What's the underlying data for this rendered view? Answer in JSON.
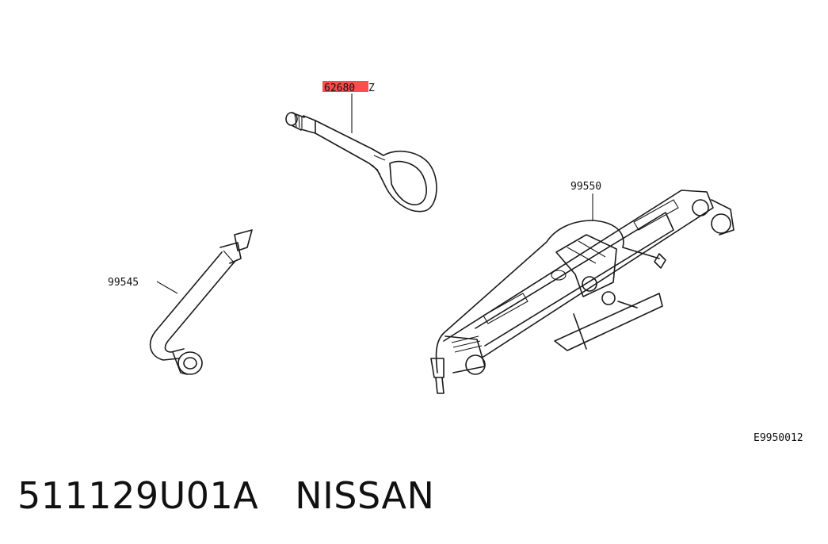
{
  "diagram": {
    "callouts": {
      "hook_part_number": "62680",
      "hook_part_suffix": "Z",
      "jack_part_number": "99550",
      "wrench_part_number": "99545",
      "figure_code": "E9950012"
    },
    "highlight_color": "#ff0000"
  },
  "caption": {
    "part_number": "511129U01A",
    "brand": "NISSAN"
  }
}
